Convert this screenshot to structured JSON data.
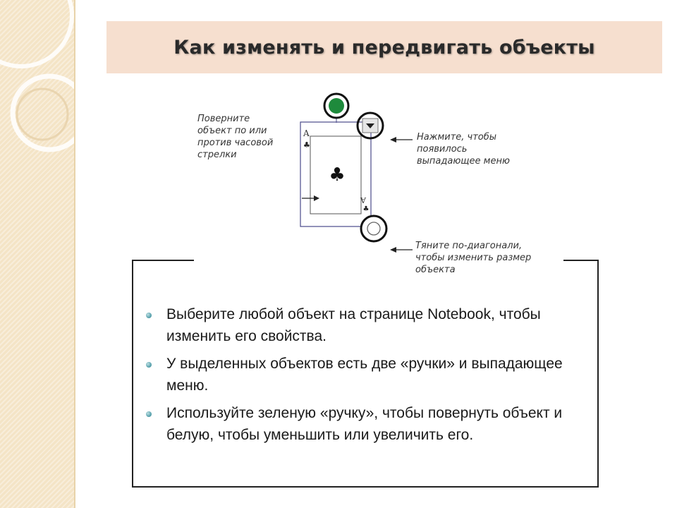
{
  "slide": {
    "title": "Как изменять и передвигать объекты",
    "callouts": {
      "rotate": "Поверните\nобъект по или\nпротив часовой\nстрелки",
      "menu": "Нажмите, чтобы\nпоявилось\nвыпадающее меню",
      "resize": "Тяните по-диагонали,\nчтобы изменить размер\nобъекта"
    },
    "bullets": [
      "Выберите любой объект на странице Notebook, чтобы изменить его свойства.",
      "У выделенных объектов есть две «ручки» и выпадающее меню.",
      " Используйте зеленую «ручку», чтобы повернуть объект и белую, чтобы уменьшить или увеличить его."
    ],
    "card": {
      "rank": "A",
      "suit": "♣"
    },
    "colors": {
      "strip": "#f4e4c6",
      "title_band": "#f6dfcf",
      "rotate_handle": "#1e8a3c",
      "bullet": "#4d9aa6"
    }
  }
}
